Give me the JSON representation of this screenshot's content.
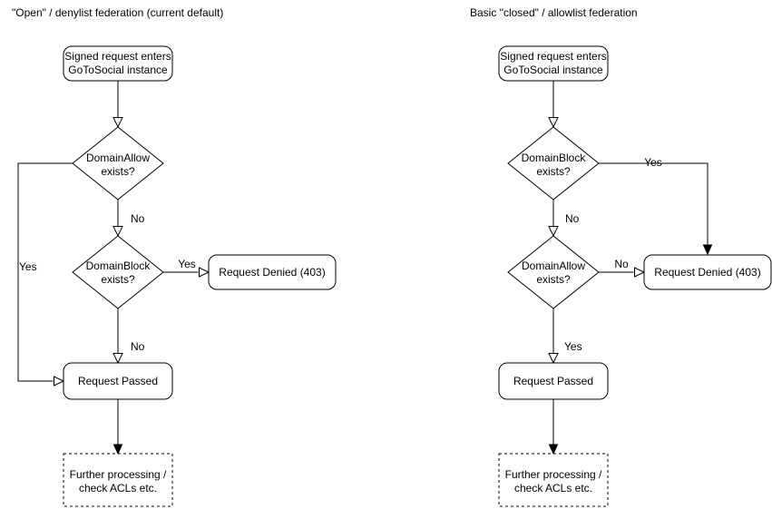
{
  "colors": {
    "stroke": "#000000",
    "text": "#000000",
    "background": "#ffffff",
    "node_fill": "#ffffff"
  },
  "charts": {
    "left": {
      "title": "\"Open\" / denylist federation (current default)",
      "start": {
        "line1": "Signed request enters",
        "line2": "GoToSocial instance"
      },
      "decision1": {
        "line1": "DomainAllow",
        "line2": "exists?"
      },
      "decision2": {
        "line1": "DomainBlock",
        "line2": "exists?"
      },
      "denied": "Request Denied (403)",
      "passed": "Request Passed",
      "further": {
        "line1": "Further processing /",
        "line2": "check ACLs etc."
      },
      "edge_labels": {
        "decision1_no": "No",
        "decision1_yes": "Yes",
        "decision2_yes": "Yes",
        "decision2_no": "No"
      }
    },
    "right": {
      "title": "Basic \"closed\" / allowlist federation",
      "start": {
        "line1": "Signed request enters",
        "line2": "GoToSocial instance"
      },
      "decision1": {
        "line1": "DomainBlock",
        "line2": "exists?"
      },
      "decision2": {
        "line1": "DomainAllow",
        "line2": "exists?"
      },
      "denied": "Request Denied (403)",
      "passed": "Request Passed",
      "further": {
        "line1": "Further processing /",
        "line2": "check ACLs etc."
      },
      "edge_labels": {
        "decision1_yes": "Yes",
        "decision1_no": "No",
        "decision2_no": "No",
        "decision2_yes": "Yes"
      }
    }
  }
}
